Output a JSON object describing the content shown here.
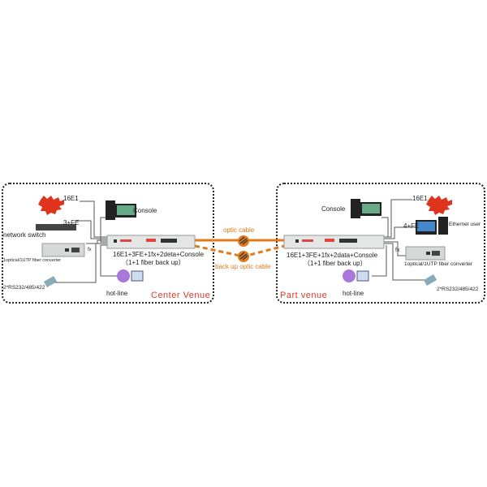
{
  "center": {
    "venue": "Center  Venue",
    "e1": "16E1",
    "fe": "3+FE",
    "switch": "network  switch",
    "converter": "1optical/1UTP fiber converter",
    "fx": "fx",
    "serial": "2*RS232/485/422",
    "console": "Console",
    "hotline": "hot-line",
    "device": "16E1+3FE+1fx+2deta+Console",
    "backup": "（1+1 fiber back up）"
  },
  "part": {
    "venue": "Part  venue",
    "e1": "16E1",
    "fe": "4+FE",
    "ethernet": "Ethernet user",
    "converter": "1optical/1UTP fiber converter",
    "fx": "fx",
    "serial": "2*RS232/485/422",
    "console": "Console",
    "hotline": "hot-line",
    "device": "16E1+3FE+1fx+2data+Console",
    "backup": "（1+1 fiber back up）"
  },
  "link": {
    "optic": "optic cable",
    "backup": "back up optic cable"
  },
  "colors": {
    "fiber": "#e07a1a",
    "venue": "#d83a2a"
  }
}
